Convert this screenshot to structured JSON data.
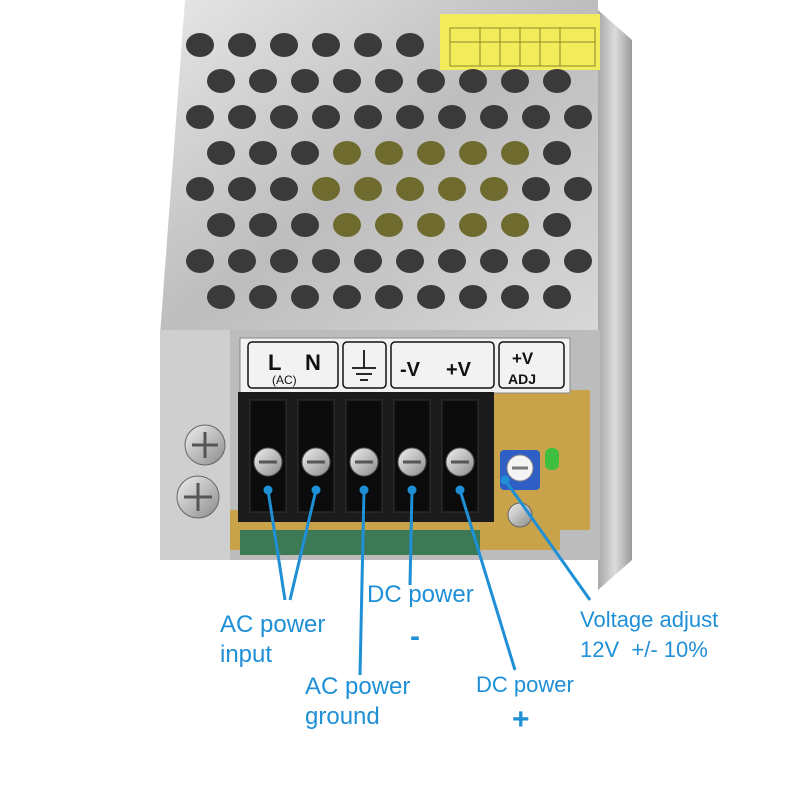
{
  "terminal_plate": {
    "l": "L",
    "n": "N",
    "ac": "(AC)",
    "neg_v": "-V",
    "pos_v": "+V",
    "adj_top": "+V",
    "adj_bottom": "ADJ"
  },
  "labels": {
    "ac_input_line1": "AC power",
    "ac_input_line2": "input",
    "ac_ground_line1": "AC power",
    "ac_ground_line2": "ground",
    "dc_neg_line1": "DC power",
    "dc_neg_symbol": "-",
    "dc_pos_line1": "DC power",
    "dc_pos_symbol": "+",
    "vadj_line1": "Voltage adjust",
    "vadj_line2": "12V  +/- 10%"
  },
  "colors": {
    "annotation": "#1f8fd6",
    "casing": "#c9c9c9",
    "warning_label": "#f2ec5a",
    "terminal_block": "#1b1b1b",
    "pcb": "#c8a34a",
    "led": "#3fbf3f"
  }
}
